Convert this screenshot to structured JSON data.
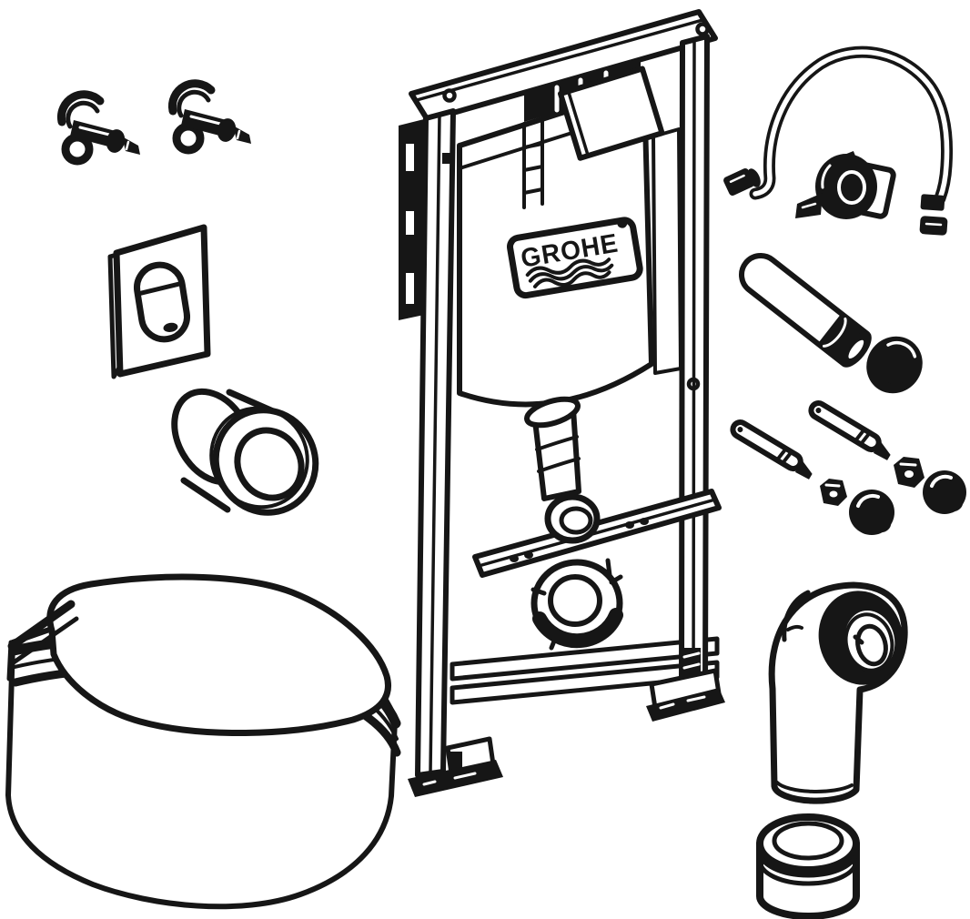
{
  "meta": {
    "description": "Exploded parts diagram of a GROHE Rapid SL wall-hung toilet installation set, black line art on white",
    "background_color": "#ffffff",
    "line_color": "#161616"
  },
  "brand": {
    "logo_text": "GROHE"
  },
  "parts": [
    {
      "id": "wall-anchor-left",
      "label": "wall anchor bolt (left)"
    },
    {
      "id": "wall-anchor-right",
      "label": "wall anchor bolt (right)"
    },
    {
      "id": "flush-actuator-plate",
      "label": "flush actuator plate with oval button"
    },
    {
      "id": "flush-pipe-sleeve",
      "label": "flush pipe sleeve / sound insulation collar"
    },
    {
      "id": "wall-hung-toilet",
      "label": "wall-hung toilet bowl with closed seat and lid"
    },
    {
      "id": "installation-frame",
      "label": "Rapid SL installation frame with concealed cistern"
    },
    {
      "id": "grohe-logo-plate",
      "label": "GROHE logo access plate on cistern"
    },
    {
      "id": "water-supply-hose",
      "label": "flexible water supply hose with angle valve"
    },
    {
      "id": "flush-pipe",
      "label": "straight flush pipe with seal band"
    },
    {
      "id": "rubber-seal-ring",
      "label": "rubber seal ring"
    },
    {
      "id": "threaded-rod-upper",
      "label": "threaded fixing rod (upper)"
    },
    {
      "id": "threaded-rod-lower",
      "label": "threaded fixing rod (lower)"
    },
    {
      "id": "hex-nut-left",
      "label": "hex nut (left)"
    },
    {
      "id": "hex-nut-right",
      "label": "hex nut (right)"
    },
    {
      "id": "cover-cap-left",
      "label": "dome cover cap (left)"
    },
    {
      "id": "cover-cap-right",
      "label": "dome cover cap (right)"
    },
    {
      "id": "drain-elbow",
      "label": "90° drain elbow pipe with gasket ring"
    },
    {
      "id": "sealing-collar-cup",
      "label": "sealing collar cup"
    }
  ]
}
